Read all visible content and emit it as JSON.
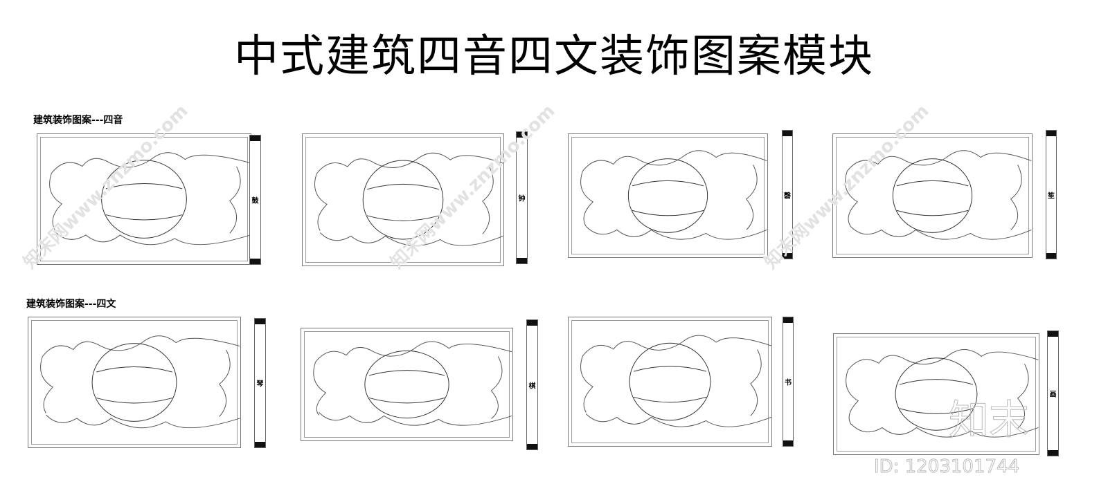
{
  "title": "中式建筑四音四文装饰图案模块",
  "sections": [
    {
      "heading": "建筑装饰图案---四音",
      "panels": [
        {
          "label": "鼓",
          "motif": "drum"
        },
        {
          "label": "钟",
          "motif": "bell"
        },
        {
          "label": "磬",
          "motif": "chime-stone"
        },
        {
          "label": "笙",
          "motif": "sheng"
        }
      ]
    },
    {
      "heading": "建筑装饰图案---四文",
      "panels": [
        {
          "label": "琴",
          "motif": "zither"
        },
        {
          "label": "棋",
          "motif": "go-board"
        },
        {
          "label": "书",
          "motif": "books"
        },
        {
          "label": "画",
          "motif": "scrolls"
        }
      ]
    }
  ],
  "watermark": {
    "logo": "知末",
    "id": "ID: 1203101744",
    "diagonal": "知末网www.znzmo.com"
  }
}
